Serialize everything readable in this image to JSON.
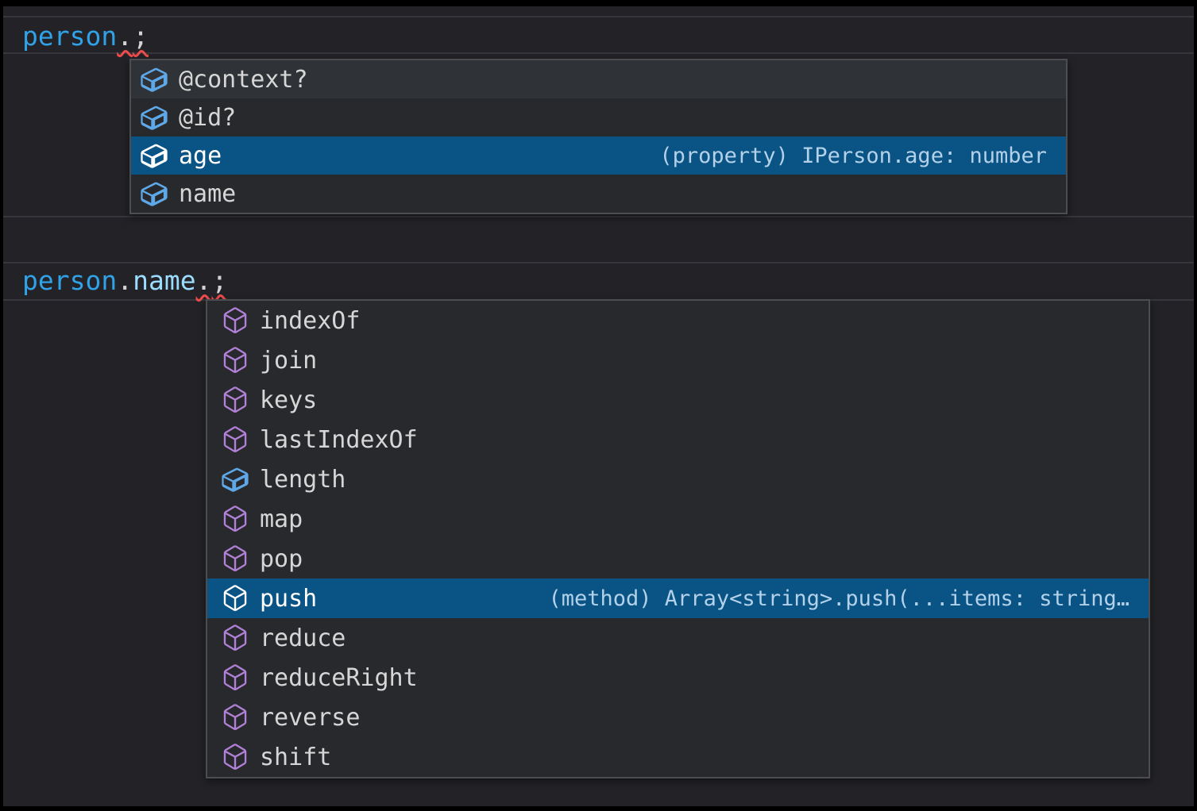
{
  "editor": {
    "code_lines": [
      {
        "tokens": [
          {
            "text": "person",
            "style": "variable"
          },
          {
            "text": ".",
            "style": "punct-error"
          },
          {
            "text": ";",
            "style": "punct-error"
          }
        ]
      },
      {
        "tokens": [
          {
            "text": "person",
            "style": "variable"
          },
          {
            "text": ".",
            "style": "punct"
          },
          {
            "text": "name",
            "style": "property"
          },
          {
            "text": ".",
            "style": "punct-error"
          },
          {
            "text": ";",
            "style": "punct-error"
          }
        ]
      }
    ]
  },
  "suggest_widgets": [
    {
      "name": "person-member-suggestions",
      "highlighted_index": 0,
      "selected_index": 2,
      "items": [
        {
          "label": "@context?",
          "kind": "field"
        },
        {
          "label": "@id?",
          "kind": "field"
        },
        {
          "label": "age",
          "kind": "field",
          "selected": true,
          "detail": "(property) IPerson.age: number"
        },
        {
          "label": "name",
          "kind": "field"
        }
      ]
    },
    {
      "name": "string-member-suggestions",
      "highlighted_index": null,
      "selected_index": 7,
      "items": [
        {
          "label": "indexOf",
          "kind": "method"
        },
        {
          "label": "join",
          "kind": "method"
        },
        {
          "label": "keys",
          "kind": "method"
        },
        {
          "label": "lastIndexOf",
          "kind": "method"
        },
        {
          "label": "length",
          "kind": "field"
        },
        {
          "label": "map",
          "kind": "method"
        },
        {
          "label": "pop",
          "kind": "method"
        },
        {
          "label": "push",
          "kind": "method",
          "selected": true,
          "detail": "(method) Array<string>.push(...items: string…"
        },
        {
          "label": "reduce",
          "kind": "method"
        },
        {
          "label": "reduceRight",
          "kind": "method"
        },
        {
          "label": "reverse",
          "kind": "method"
        },
        {
          "label": "shift",
          "kind": "method"
        }
      ]
    }
  ],
  "colors": {
    "editor_background": "#232327",
    "widget_background": "#28292c",
    "widget_border": "#4b4d51",
    "selection_background": "#0a5385",
    "highlight_row_background": "#2f3237",
    "variable_token": "#31a1e8",
    "property_token": "#9cdcfe",
    "punctuation_token": "#d4d4d4",
    "error_squiggle": "#f14c4c",
    "field_icon": "#5fa8e8",
    "method_icon": "#b180d7",
    "label_text": "#d6d6d6",
    "selected_label_text": "#ffffff",
    "detail_text": "#b3d1e9"
  }
}
